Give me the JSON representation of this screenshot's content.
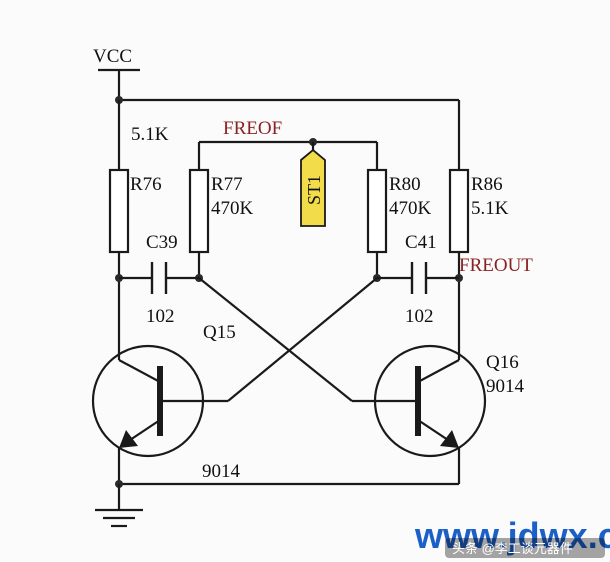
{
  "power": {
    "vcc": "VCC"
  },
  "nets": {
    "freof": "FREOF",
    "freout": "FREOUT"
  },
  "testpoint": {
    "label": "ST1"
  },
  "resistors": [
    {
      "ref": "R76",
      "value": "5.1K"
    },
    {
      "ref": "R77",
      "value": "470K"
    },
    {
      "ref": "R80",
      "value": "470K"
    },
    {
      "ref": "R86",
      "value": "5.1K"
    }
  ],
  "capacitors": [
    {
      "ref": "C39",
      "value": "102"
    },
    {
      "ref": "C41",
      "value": "102"
    }
  ],
  "transistors": [
    {
      "ref": "Q15",
      "part": "9014"
    },
    {
      "ref": "Q16",
      "part": "9014"
    }
  ],
  "watermark": {
    "site": "www.jdwx.cn",
    "caption": "头条 @李工谈元器件",
    "colors": {
      "site_main": "#1b5fc9",
      "site_accent": "#d4232a"
    }
  },
  "colors": {
    "wire": "#1a1a1a",
    "net_label": "#8a2222",
    "testpoint_fill": "#f3dc4a"
  }
}
